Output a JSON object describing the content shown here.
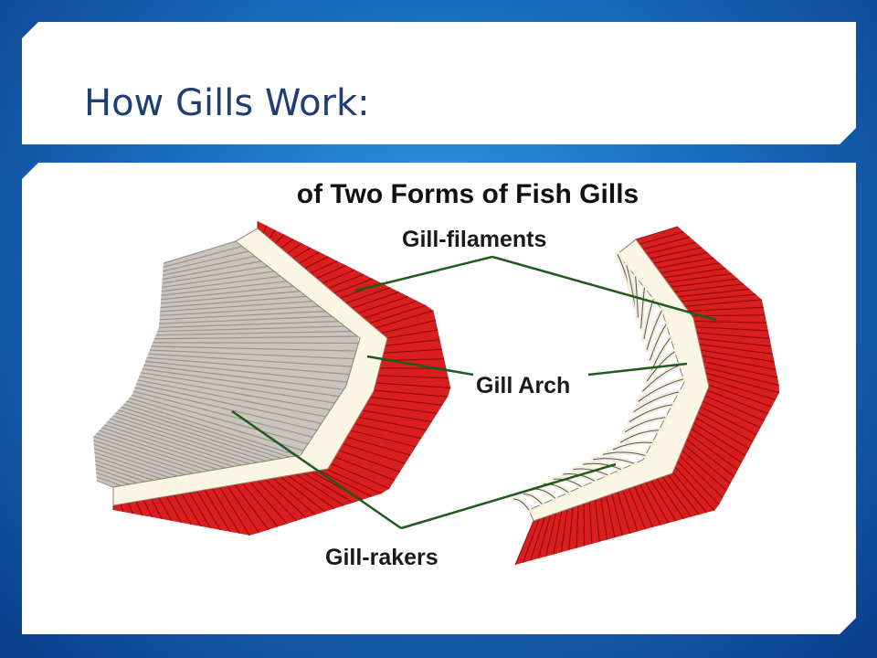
{
  "slide": {
    "title": "How Gills Work:"
  },
  "diagram": {
    "header_partial": "of Two Forms of Fish Gills",
    "labels": {
      "filaments": "Gill-filaments",
      "arch": "Gill Arch",
      "rakers": "Gill-rakers"
    },
    "colors": {
      "filament": "#d81e1e",
      "filament_edge": "#7a0000",
      "arch": "#fbf5e4",
      "rakers_left": "#9b948c",
      "pointer": "#1f5a1f"
    }
  }
}
